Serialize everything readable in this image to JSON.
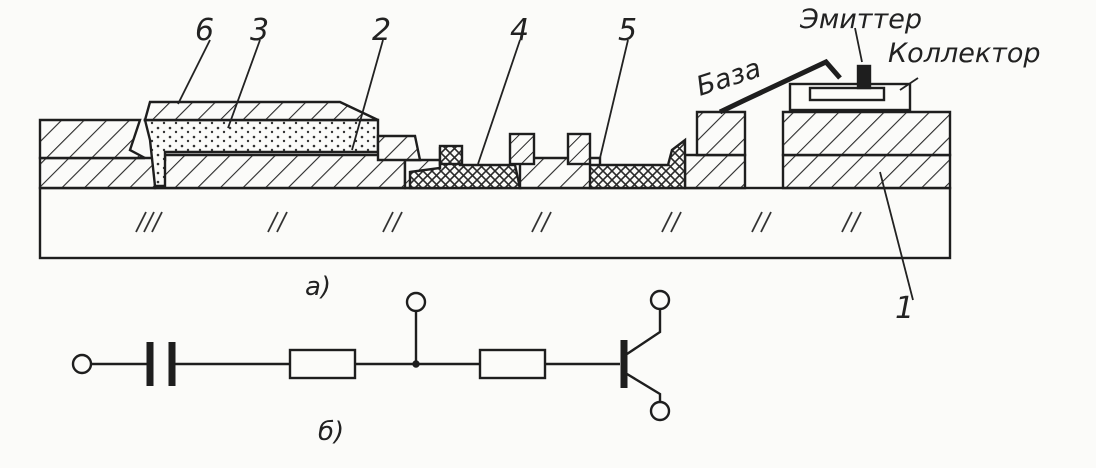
{
  "labels": {
    "layer_6": "6",
    "layer_3": "3",
    "layer_2": "2",
    "layer_4": "4",
    "layer_5": "5",
    "layer_1": "1",
    "emitter": "Эмиттер",
    "collector": "Коллектор",
    "base": "База"
  },
  "captions": {
    "cross_section": "а)",
    "schematic": "б)"
  }
}
